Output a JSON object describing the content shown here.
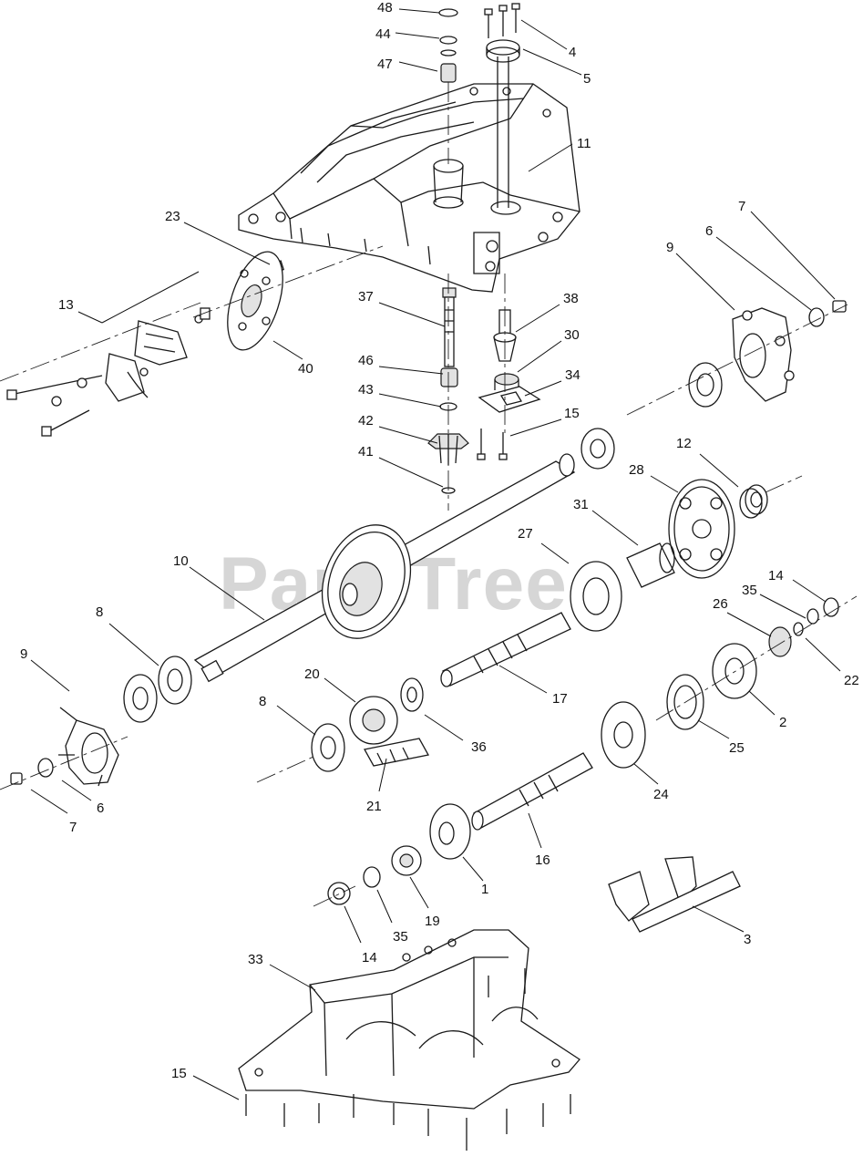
{
  "watermark": "PartsTree",
  "callouts": [
    {
      "id": "c48a",
      "label": "48"
    },
    {
      "id": "c44",
      "label": "44"
    },
    {
      "id": "c47",
      "label": "47"
    },
    {
      "id": "c4",
      "label": "4"
    },
    {
      "id": "c5",
      "label": "5"
    },
    {
      "id": "c11",
      "label": "11"
    },
    {
      "id": "c7a",
      "label": "7"
    },
    {
      "id": "c6a",
      "label": "6"
    },
    {
      "id": "c9a",
      "label": "9"
    },
    {
      "id": "c23",
      "label": "23"
    },
    {
      "id": "c13",
      "label": "13"
    },
    {
      "id": "c40",
      "label": "40"
    },
    {
      "id": "c37",
      "label": "37"
    },
    {
      "id": "c38",
      "label": "38"
    },
    {
      "id": "c30",
      "label": "30"
    },
    {
      "id": "c46",
      "label": "46"
    },
    {
      "id": "c34",
      "label": "34"
    },
    {
      "id": "c43",
      "label": "43"
    },
    {
      "id": "c15a",
      "label": "15"
    },
    {
      "id": "c42",
      "label": "42"
    },
    {
      "id": "c41",
      "label": "41"
    },
    {
      "id": "c12",
      "label": "12"
    },
    {
      "id": "c28",
      "label": "28"
    },
    {
      "id": "c31",
      "label": "31"
    },
    {
      "id": "c27",
      "label": "27"
    },
    {
      "id": "c10",
      "label": "10"
    },
    {
      "id": "c14a",
      "label": "14"
    },
    {
      "id": "c35a",
      "label": "35"
    },
    {
      "id": "c26",
      "label": "26"
    },
    {
      "id": "c8a",
      "label": "8"
    },
    {
      "id": "c9b",
      "label": "9"
    },
    {
      "id": "c20",
      "label": "20"
    },
    {
      "id": "c22",
      "label": "22"
    },
    {
      "id": "c17",
      "label": "17"
    },
    {
      "id": "c2",
      "label": "2"
    },
    {
      "id": "c8b",
      "label": "8"
    },
    {
      "id": "c36",
      "label": "36"
    },
    {
      "id": "c25",
      "label": "25"
    },
    {
      "id": "c21",
      "label": "21"
    },
    {
      "id": "c24",
      "label": "24"
    },
    {
      "id": "c6b",
      "label": "6"
    },
    {
      "id": "c7b",
      "label": "7"
    },
    {
      "id": "c16",
      "label": "16"
    },
    {
      "id": "c1",
      "label": "1"
    },
    {
      "id": "c19",
      "label": "19"
    },
    {
      "id": "c35b",
      "label": "35"
    },
    {
      "id": "c14b",
      "label": "14"
    },
    {
      "id": "c3",
      "label": "3"
    },
    {
      "id": "c33",
      "label": "33"
    },
    {
      "id": "c15b",
      "label": "15"
    }
  ]
}
